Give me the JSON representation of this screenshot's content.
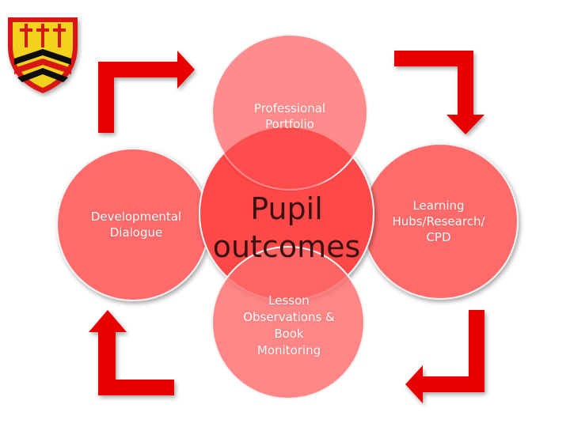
{
  "diagram": {
    "center_label": "Pupil\noutcomes",
    "top_label": "Professional\nPortfolio",
    "left_label": "Developmental\nDialogue",
    "right_label": "Learning\nHubs/Research/\nCPD",
    "bottom_label": "Lesson\nObservations &\nBook\nMonitoring"
  },
  "colors": {
    "circle_fill": "#ff6b6b",
    "center_fill": "#ff4a4a",
    "arrow": "#e80000",
    "shield_yellow": "#f2d21a",
    "shield_red": "#d81416"
  }
}
